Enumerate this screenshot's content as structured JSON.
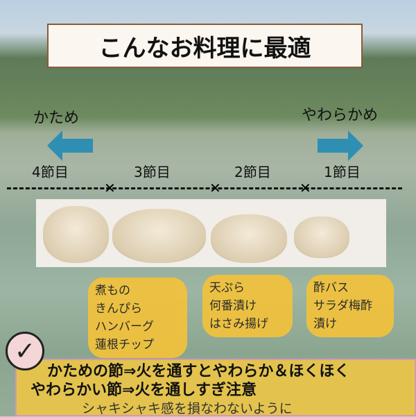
{
  "title": "こんなお料理に最適",
  "left_label": "かため",
  "right_label": "やわらかめ",
  "segments": [
    "4節目",
    "3節目",
    "2節目",
    "1節目"
  ],
  "bubbles": [
    {
      "items": [
        "煮もの",
        "きんぴら",
        "ハンバーグ",
        "蓮根チップ"
      ]
    },
    {
      "items": [
        "天ぷら",
        "何番漬け",
        "はさみ揚げ"
      ]
    },
    {
      "items": [
        "酢バス",
        "サラダ梅酢",
        "漬け"
      ]
    }
  ],
  "notes": {
    "line1": "かための節⇒火を通すとやわらか＆ほくほく",
    "line2": "やわらかい節⇒火を通しすぎ注意",
    "line3": "シャキシャキ感を損なわないように"
  },
  "colors": {
    "arrow": "#2e8fb3",
    "bubble": "#f2c23c",
    "title_border": "#8b5a3c"
  }
}
